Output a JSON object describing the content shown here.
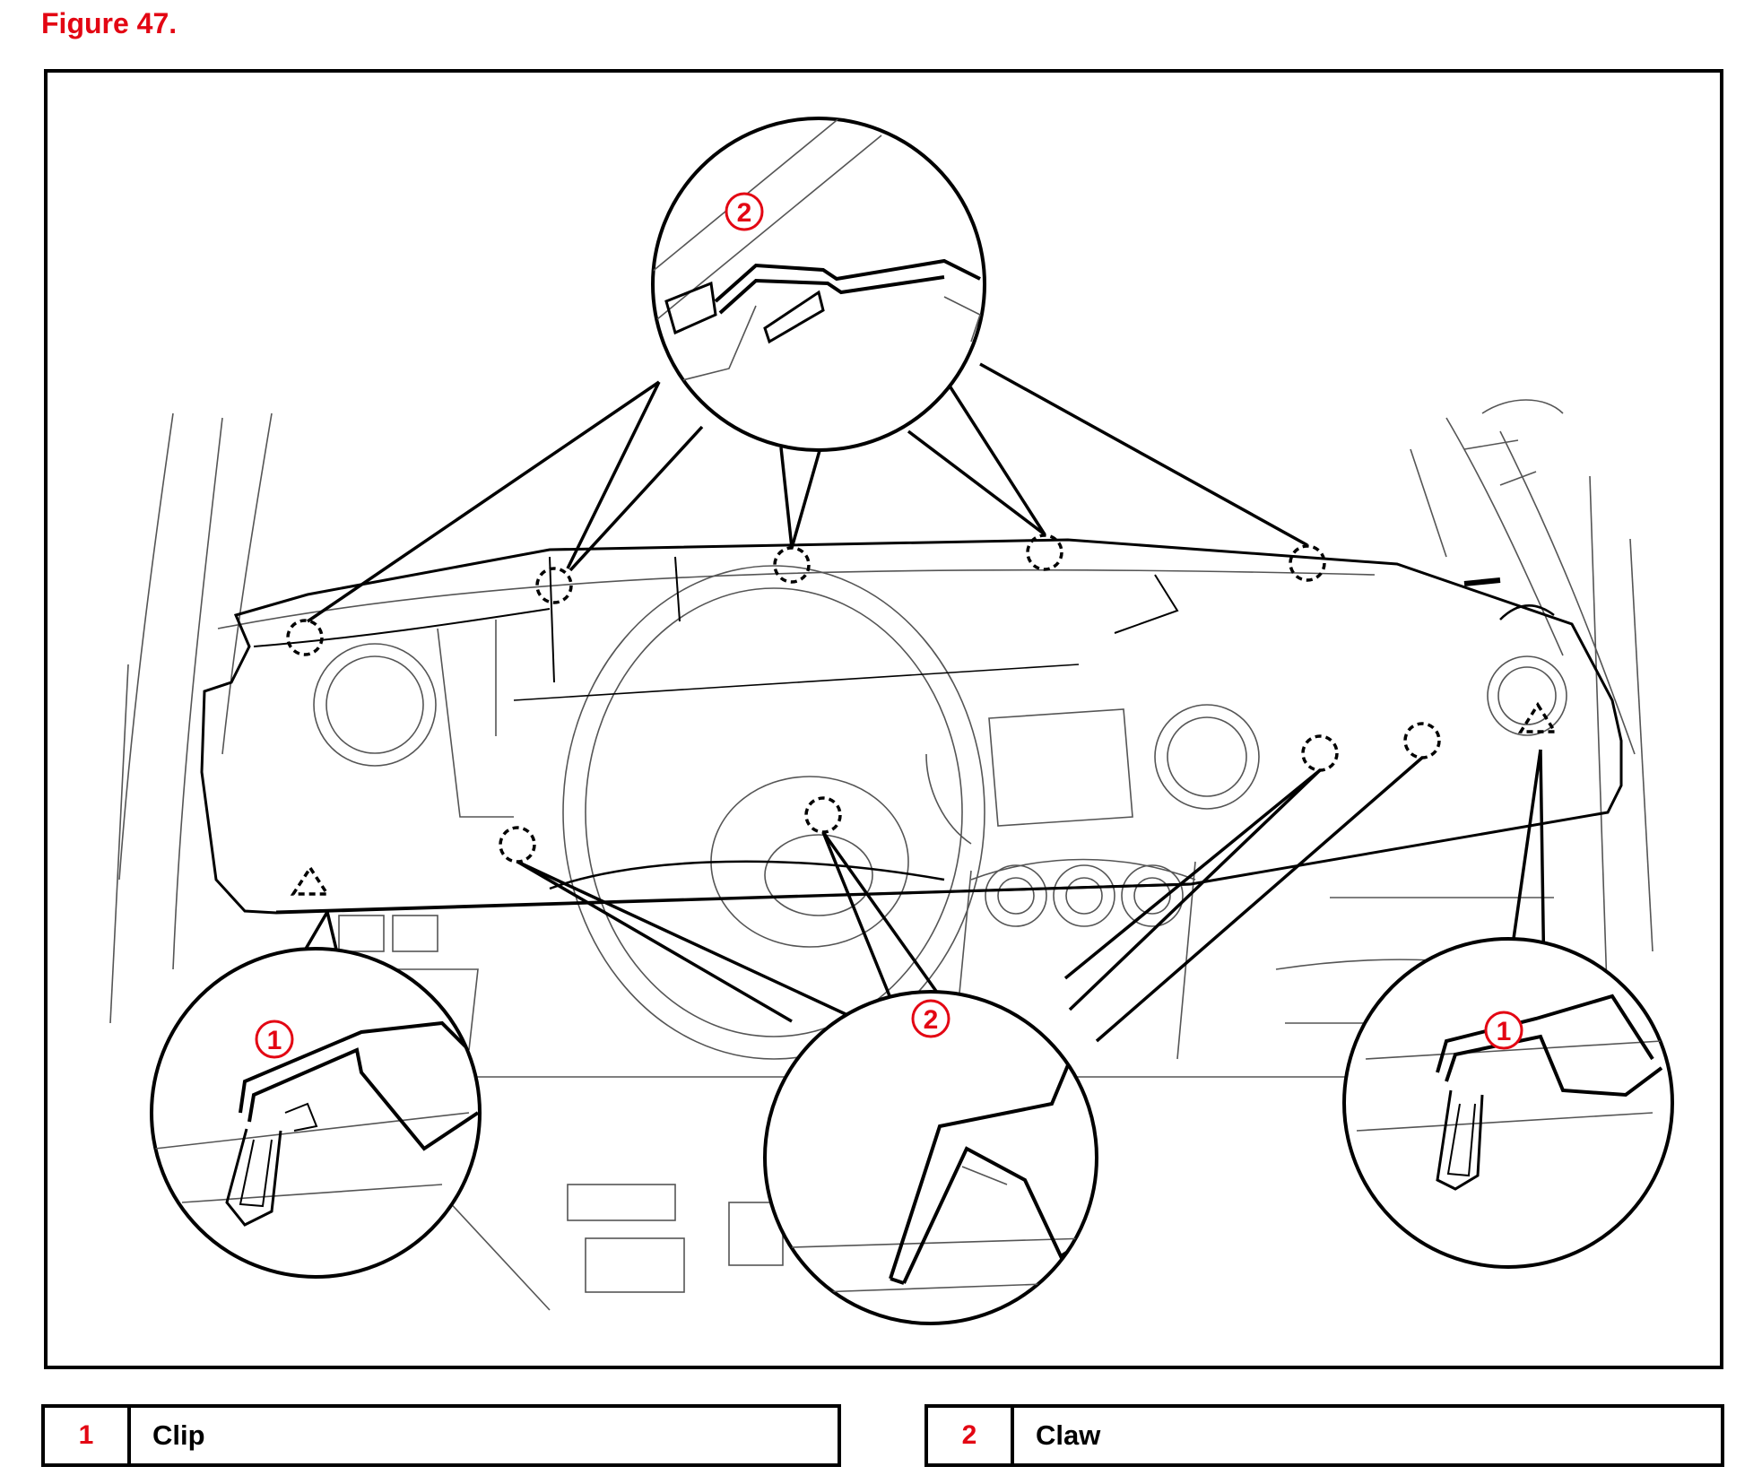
{
  "figure": {
    "title": "Figure 47."
  },
  "callouts": {
    "clip_number": "1",
    "claw_number": "2"
  },
  "legend": [
    {
      "number": "1",
      "label": "Clip"
    },
    {
      "number": "2",
      "label": "Claw"
    }
  ],
  "colors": {
    "accent": "#e30613",
    "line": "#000000",
    "sketch": "#555555"
  }
}
